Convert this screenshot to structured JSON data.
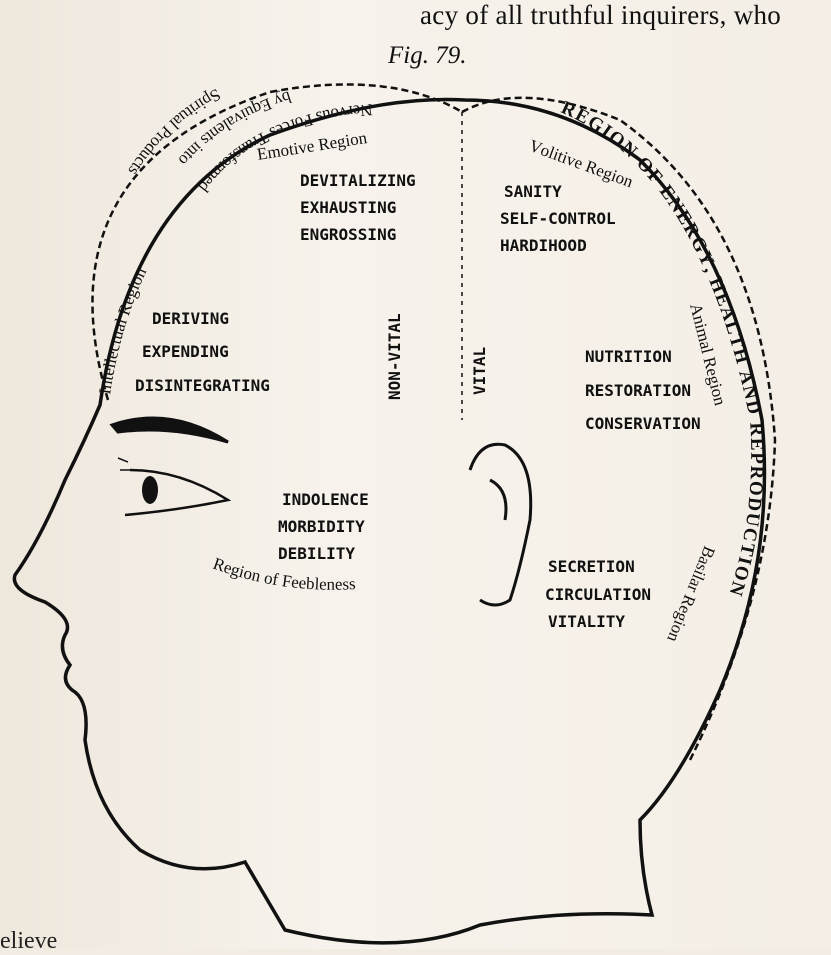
{
  "page_text": {
    "top_line": "acy of all truthful inquirers, who",
    "figure_caption": "Fig. 79.",
    "bottom_line": "elieve"
  },
  "arc_labels": {
    "outer_left_1": "Nervous Forces Transformed",
    "outer_left_2": "by Equivalents into",
    "outer_left_3": "Spiritual Products",
    "outer_right": "REGION OF ENERGY, HEALTH AND REPRODUCTION"
  },
  "regions": {
    "intellectual": "Intellectual Region",
    "emotive": "Emotive Region",
    "volitive": "Volitive Region",
    "animal": "Animal Region",
    "basilar": "Basilar Region",
    "feebleness": "Region of Feebleness"
  },
  "axis_labels": {
    "non_vital": "NON-VITAL",
    "vital": "VITAL"
  },
  "groups": {
    "emotive": [
      "DEVITALIZING",
      "EXHAUSTING",
      "ENGROSSING"
    ],
    "volitive": [
      "SANITY",
      "SELF-CONTROL",
      "HARDIHOOD"
    ],
    "intellectual": [
      "DERIVING",
      "EXPENDING",
      "DISINTEGRATING"
    ],
    "animal": [
      "NUTRITION",
      "RESTORATION",
      "CONSERVATION"
    ],
    "feebleness": [
      "INDOLENCE",
      "MORBIDITY",
      "DEBILITY"
    ],
    "basilar": [
      "SECRETION",
      "CIRCULATION",
      "VITALITY"
    ]
  }
}
